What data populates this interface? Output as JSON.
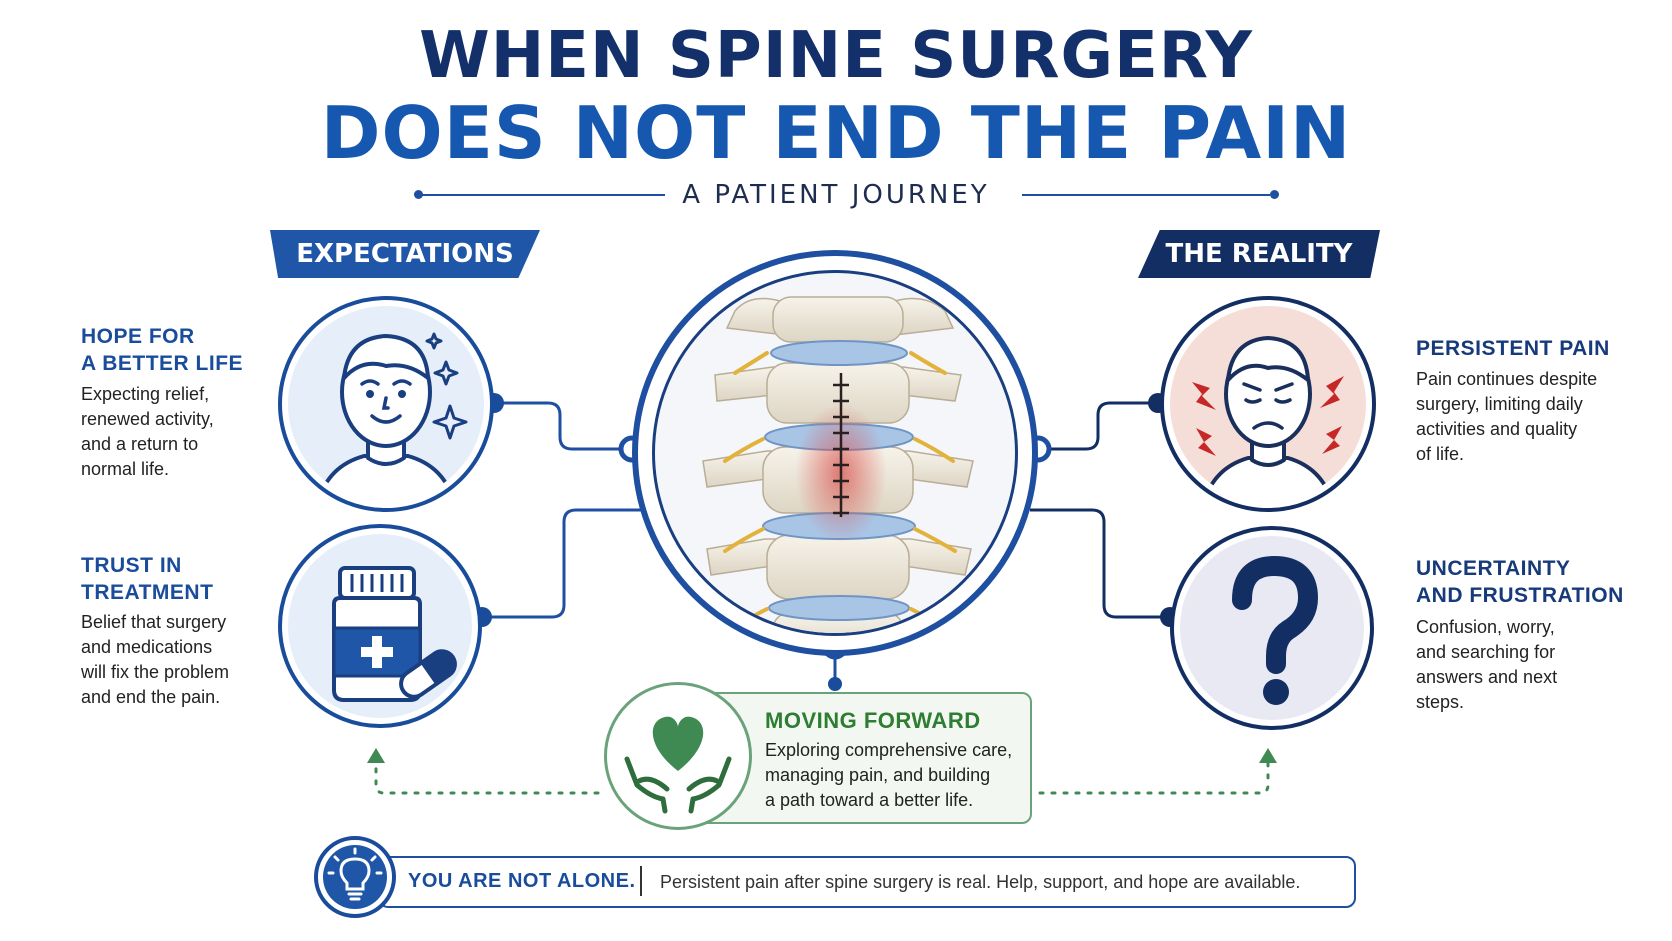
{
  "title_line1": "WHEN SPINE SURGERY",
  "title_line2": "DOES NOT END THE PAIN",
  "subtitle": "A PATIENT JOURNEY",
  "expectations": {
    "banner": "EXPECTATIONS",
    "items": [
      {
        "title": "HOPE FOR\nA BETTER LIFE",
        "text": "Expecting relief,\nrenewed activity,\nand a return to\nnormal life.",
        "icon": "smiling-face-icon"
      },
      {
        "title": "TRUST IN\nTREATMENT",
        "text": "Belief that surgery\nand medications\nwill fix the problem\nand end the pain.",
        "icon": "medicine-bottle-icon"
      }
    ]
  },
  "reality": {
    "banner": "THE REALITY",
    "items": [
      {
        "title": "PERSISTENT PAIN",
        "text": "Pain continues despite\nsurgery, limiting daily\nactivities and quality\nof life.",
        "icon": "pained-face-icon"
      },
      {
        "title": "UNCERTAINTY\nAND FRUSTRATION",
        "text": "Confusion, worry,\nand searching for\nanswers and next\nsteps.",
        "icon": "question-mark-icon"
      }
    ]
  },
  "moving_forward": {
    "title": "MOVING FORWARD",
    "text": "Exploring comprehensive care,\nmanaging pain, and building\na path toward a better life.",
    "icon": "heart-hands-icon"
  },
  "footer": {
    "bold": "YOU ARE NOT ALONE.",
    "text": "Persistent pain after spine surgery is real. Help, support, and hope are available.",
    "icon": "lightbulb-icon"
  },
  "colors": {
    "navy": "#14306b",
    "blue": "#1657b0",
    "green": "#2e7d32",
    "pain_red": "#c62828"
  }
}
